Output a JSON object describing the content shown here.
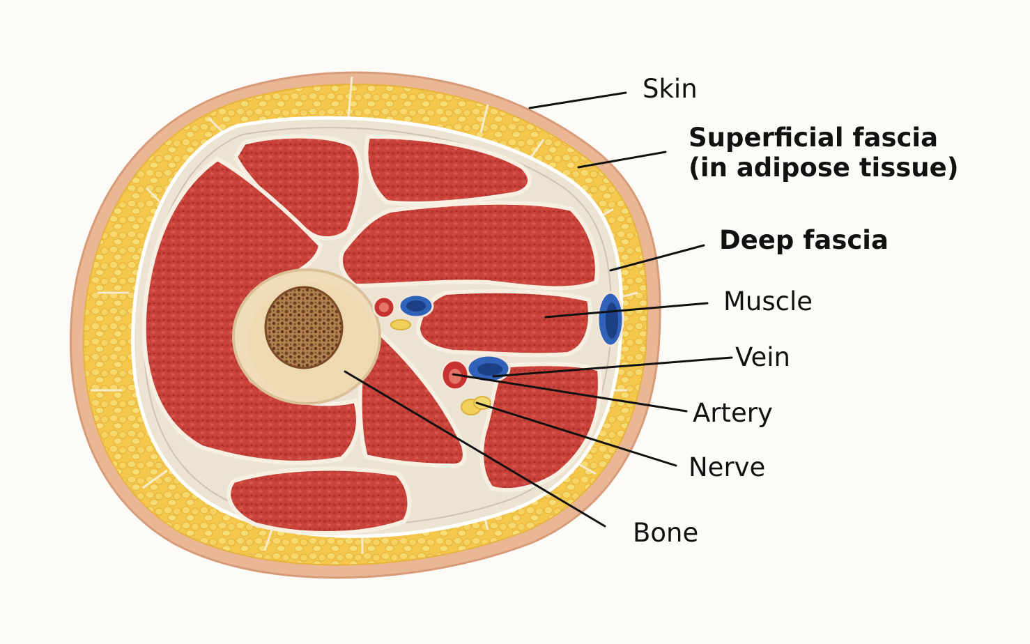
{
  "labels": {
    "skin": "Skin",
    "superficial_fascia": "Superficial fascia\n(in adipose tissue)",
    "deep_fascia": "Deep fascia",
    "muscle": "Muscle",
    "vein": "Vein",
    "artery": "Artery",
    "nerve": "Nerve",
    "bone": "Bone"
  },
  "colors": {
    "background": "#fcfbf7",
    "skin": "#eab796",
    "adipose": "#f2c649",
    "fascia": "#ece3d3",
    "muscle": "#c9423b",
    "bone_cortex": "#f0dcb8",
    "bone_marrow": "#8a5a34",
    "vein": "#2f62b8",
    "artery": "#c7322f",
    "nerve": "#f1cf5a"
  }
}
